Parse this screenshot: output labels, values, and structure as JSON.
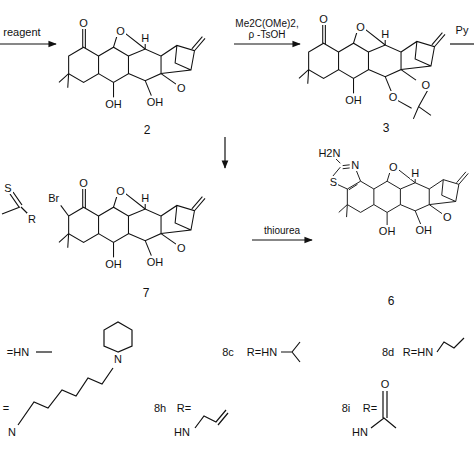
{
  "diagram": {
    "nodes": [
      {
        "text": [
          "2"
        ]
      },
      {
        "text": [
          "3"
        ]
      },
      {
        "text": [
          "7"
        ]
      },
      {
        "text": [
          "6"
        ]
      }
    ],
    "edges": [
      {
        "from": 0,
        "to": 1,
        "arrow": "to",
        "label": "Me2C(OMe)2, ρ -TsOH"
      },
      {
        "from": 0,
        "to": 2,
        "arrow": "to"
      },
      {
        "from": 2,
        "to": 3,
        "arrow": "to",
        "label": "thiourea"
      }
    ],
    "labels": [
      "reagent",
      "O",
      "O",
      "H",
      "O",
      "OH",
      "OH",
      "Py",
      "O",
      "O",
      "H",
      "O",
      "O",
      "OH",
      "S",
      "R",
      "O",
      "Br",
      "O",
      "H",
      "O",
      "OH",
      "OH",
      "H2N",
      "S",
      "N",
      "O",
      "H",
      "O",
      "OH",
      "OH",
      "=HN",
      "8c",
      "R=HN",
      "8d",
      "R=HN",
      "=",
      "N",
      "N",
      "8h",
      "R=",
      "HN",
      "8i",
      "R=",
      "HN",
      "O"
    ]
  }
}
